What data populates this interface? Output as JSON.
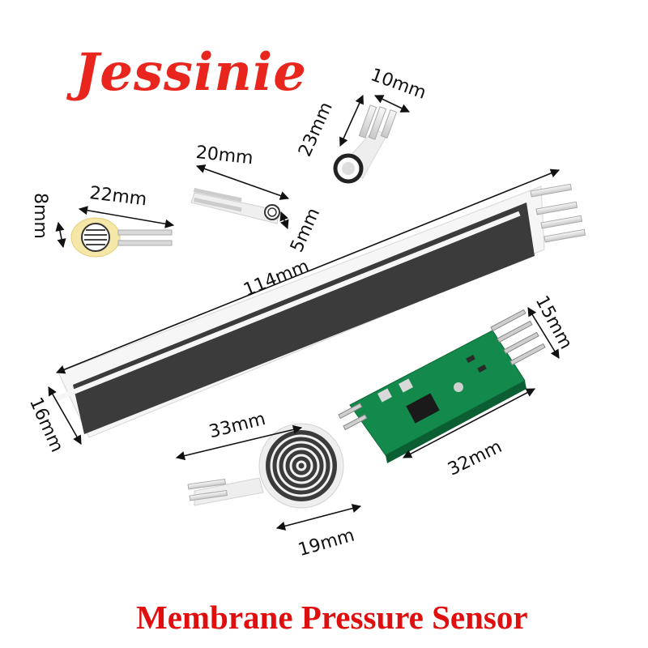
{
  "brand": {
    "name": "Jessinie",
    "color": "#e8261e"
  },
  "caption": {
    "text": "Membrane Pressure Sensor",
    "color": "#e00f0f"
  },
  "dimensions": {
    "d10": "10mm",
    "d23": "23mm",
    "d20": "20mm",
    "d22": "22mm",
    "d8": "8mm",
    "d5": "5mm",
    "d114": "114mm",
    "d15": "15mm",
    "d16": "16mm",
    "d33": "33mm",
    "d32": "32mm",
    "d19": "19mm"
  },
  "colors": {
    "sensor_trace": "#3b3b3b",
    "film": "#f3f3f3",
    "pcb": "#13894b",
    "ring_sensor_disc": "#f4e7a8"
  }
}
